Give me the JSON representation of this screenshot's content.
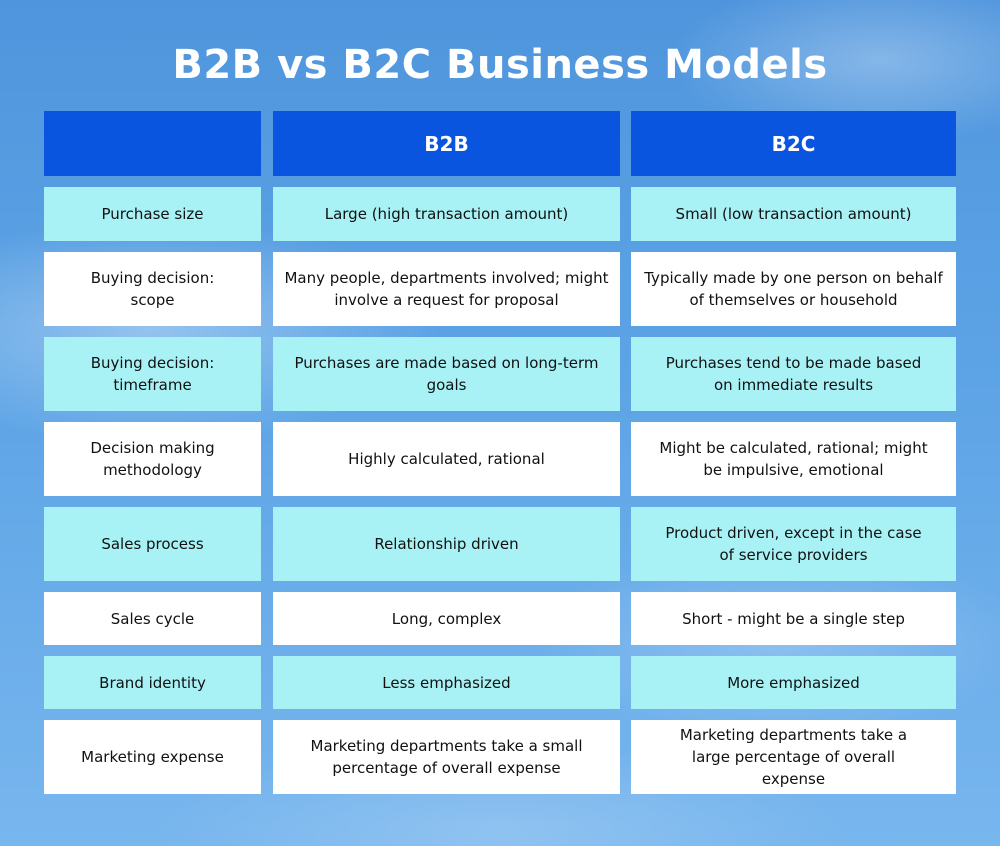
{
  "title": "B2B vs B2C Business Models",
  "colors": {
    "header_bg": "#0a55e0",
    "row_alt_bg": "#a8f2f6",
    "row_bg": "#ffffff",
    "title_color": "#ffffff"
  },
  "table": {
    "headers": [
      "",
      "B2B",
      "B2C"
    ],
    "rows": [
      {
        "label": "Purchase size",
        "b2b": "Large (high transaction amount)",
        "b2c": "Small (low transaction amount)"
      },
      {
        "label": "Buying decision: scope",
        "b2b": "Many people, departments involved; might involve a request for proposal",
        "b2c": "Typically made by one person on behalf of themselves or household"
      },
      {
        "label": "Buying decision: timeframe",
        "b2b": "Purchases are made based on long-term goals",
        "b2c": "Purchases tend to be made based on immediate results"
      },
      {
        "label": "Decision making methodology",
        "b2b": "Highly calculated, rational",
        "b2c": "Might be calculated, rational; might be impulsive, emotional"
      },
      {
        "label": "Sales process",
        "b2b": "Relationship driven",
        "b2c": "Product driven, except in the case of service providers"
      },
      {
        "label": "Sales cycle",
        "b2b": "Long, complex",
        "b2c": "Short - might be a single step"
      },
      {
        "label": "Brand identity",
        "b2b": "Less emphasized",
        "b2c": "More emphasized"
      },
      {
        "label": "Marketing expense",
        "b2b": "Marketing departments take a small percentage of overall expense",
        "b2c": "Marketing departments take a large percentage of overall expense"
      }
    ]
  }
}
